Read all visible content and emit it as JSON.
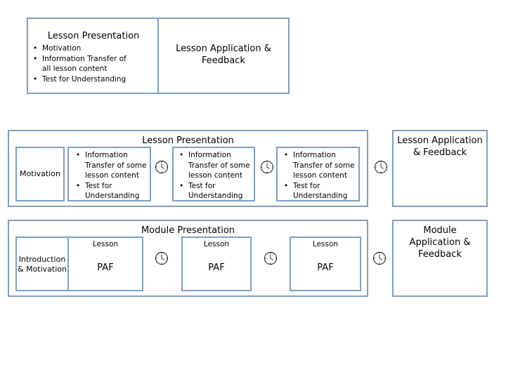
{
  "top": {
    "presentation": {
      "title": "Lesson Presentation",
      "bullets": [
        "Motivation",
        "Information Transfer of all lesson content",
        "Test for Understanding"
      ]
    },
    "application_title": "Lesson Application & Feedback"
  },
  "middle": {
    "title": "Lesson Presentation",
    "motivation_label": "Motivation",
    "chunks": [
      {
        "bullets": [
          "Information Transfer of some lesson content",
          "Test for Understanding"
        ]
      },
      {
        "bullets": [
          "Information Transfer of some lesson content",
          "Test for Understanding"
        ]
      },
      {
        "bullets": [
          "Information Transfer of some lesson content",
          "Test for Understanding"
        ]
      }
    ],
    "application_title": "Lesson Application & Feedback"
  },
  "bottom": {
    "title": "Module Presentation",
    "intro_label": "Introduction & Motivation",
    "lessons": [
      {
        "title": "Lesson",
        "label": "PAF"
      },
      {
        "title": "Lesson",
        "label": "PAF"
      },
      {
        "title": "Lesson",
        "label": "PAF"
      }
    ],
    "application_title": "Module Application & Feedback"
  },
  "icons": {
    "clock": "clock-icon"
  }
}
